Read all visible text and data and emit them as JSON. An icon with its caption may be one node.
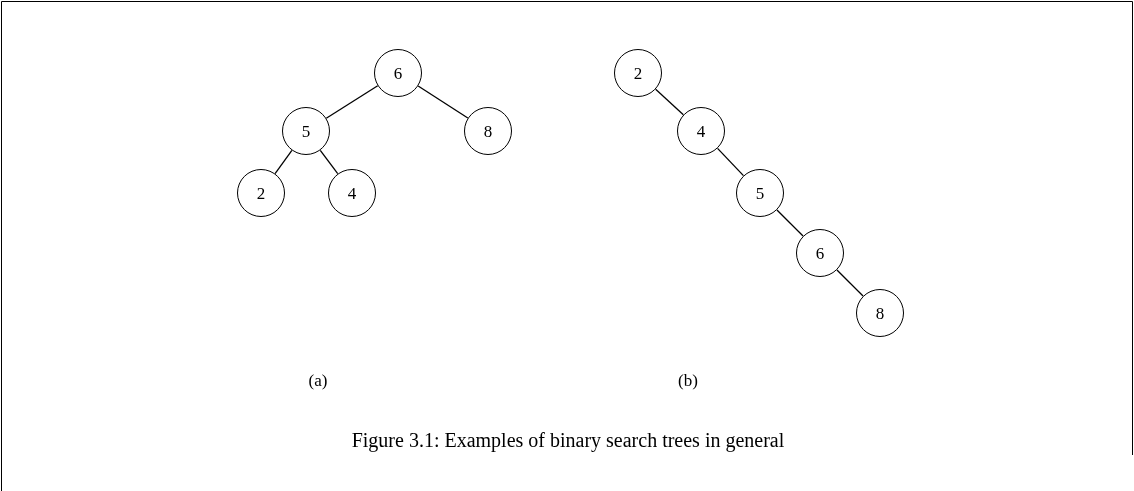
{
  "diagram": {
    "caption": "Figure 3.1: Examples of binary search trees in general",
    "nodes": [
      {
        "text": [
          "6"
        ]
      },
      {
        "text": [
          "5"
        ]
      },
      {
        "text": [
          "8"
        ]
      },
      {
        "text": [
          "2"
        ]
      },
      {
        "text": [
          "4"
        ]
      },
      {
        "text": [
          "2"
        ]
      },
      {
        "text": [
          "4"
        ]
      },
      {
        "text": [
          "5"
        ]
      },
      {
        "text": [
          "6"
        ]
      },
      {
        "text": [
          "8"
        ]
      }
    ],
    "edges": [
      {
        "from": 0,
        "to": 1,
        "arrow": "none"
      },
      {
        "from": 0,
        "to": 2,
        "arrow": "none"
      },
      {
        "from": 1,
        "to": 3,
        "arrow": "none"
      },
      {
        "from": 1,
        "to": 4,
        "arrow": "none"
      },
      {
        "from": 5,
        "to": 6,
        "arrow": "none"
      },
      {
        "from": 6,
        "to": 7,
        "arrow": "none"
      },
      {
        "from": 7,
        "to": 8,
        "arrow": "none"
      },
      {
        "from": 8,
        "to": 9,
        "arrow": "none"
      }
    ],
    "labels": [
      "(a)",
      "(b)"
    ]
  }
}
